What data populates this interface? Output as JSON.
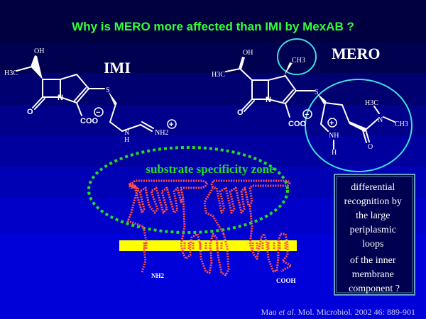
{
  "slide": {
    "title": "Why is MERO more affected than IMI by MexAB ?",
    "imi": {
      "label": "IMI",
      "atoms": {
        "oh": "OH",
        "h3c": "H3C",
        "n": "N",
        "o": "O",
        "coo": "COO",
        "s": "S",
        "nh": "N",
        "h": "H",
        "nh2": "NH2"
      },
      "charges": {
        "minus": "−",
        "plus": "+"
      }
    },
    "mero": {
      "label": "MERO",
      "atoms": {
        "oh": "OH",
        "h3c": "H3C",
        "ch3": "CH3",
        "n": "N",
        "o": "O",
        "coo": "COO",
        "s": "S",
        "nh": "NH",
        "h": "H",
        "o2": "O",
        "n2": "N",
        "h3c2": "H3C",
        "ch3b": "CH3"
      },
      "charges": {
        "minus": "−",
        "plus": "+"
      }
    },
    "zone_label": "substrate specificity zone",
    "protein": {
      "n_term": "NH2",
      "c_term": "COOH"
    },
    "callout_lines": [
      "differential",
      "recognition by",
      "the large",
      "periplasmic",
      "loops",
      "of the inner",
      "membrane",
      "component ?"
    ],
    "citation": {
      "authors": "Mao ",
      "etal": "et al",
      "rest": ". Mol. Microbiol. 2002 46: 889-901"
    },
    "colors": {
      "title": "#33ff33",
      "zone": "#22dd22",
      "highlight": "#40e0e0",
      "membrane": "#ffff00",
      "loop": "#ff4040"
    }
  }
}
